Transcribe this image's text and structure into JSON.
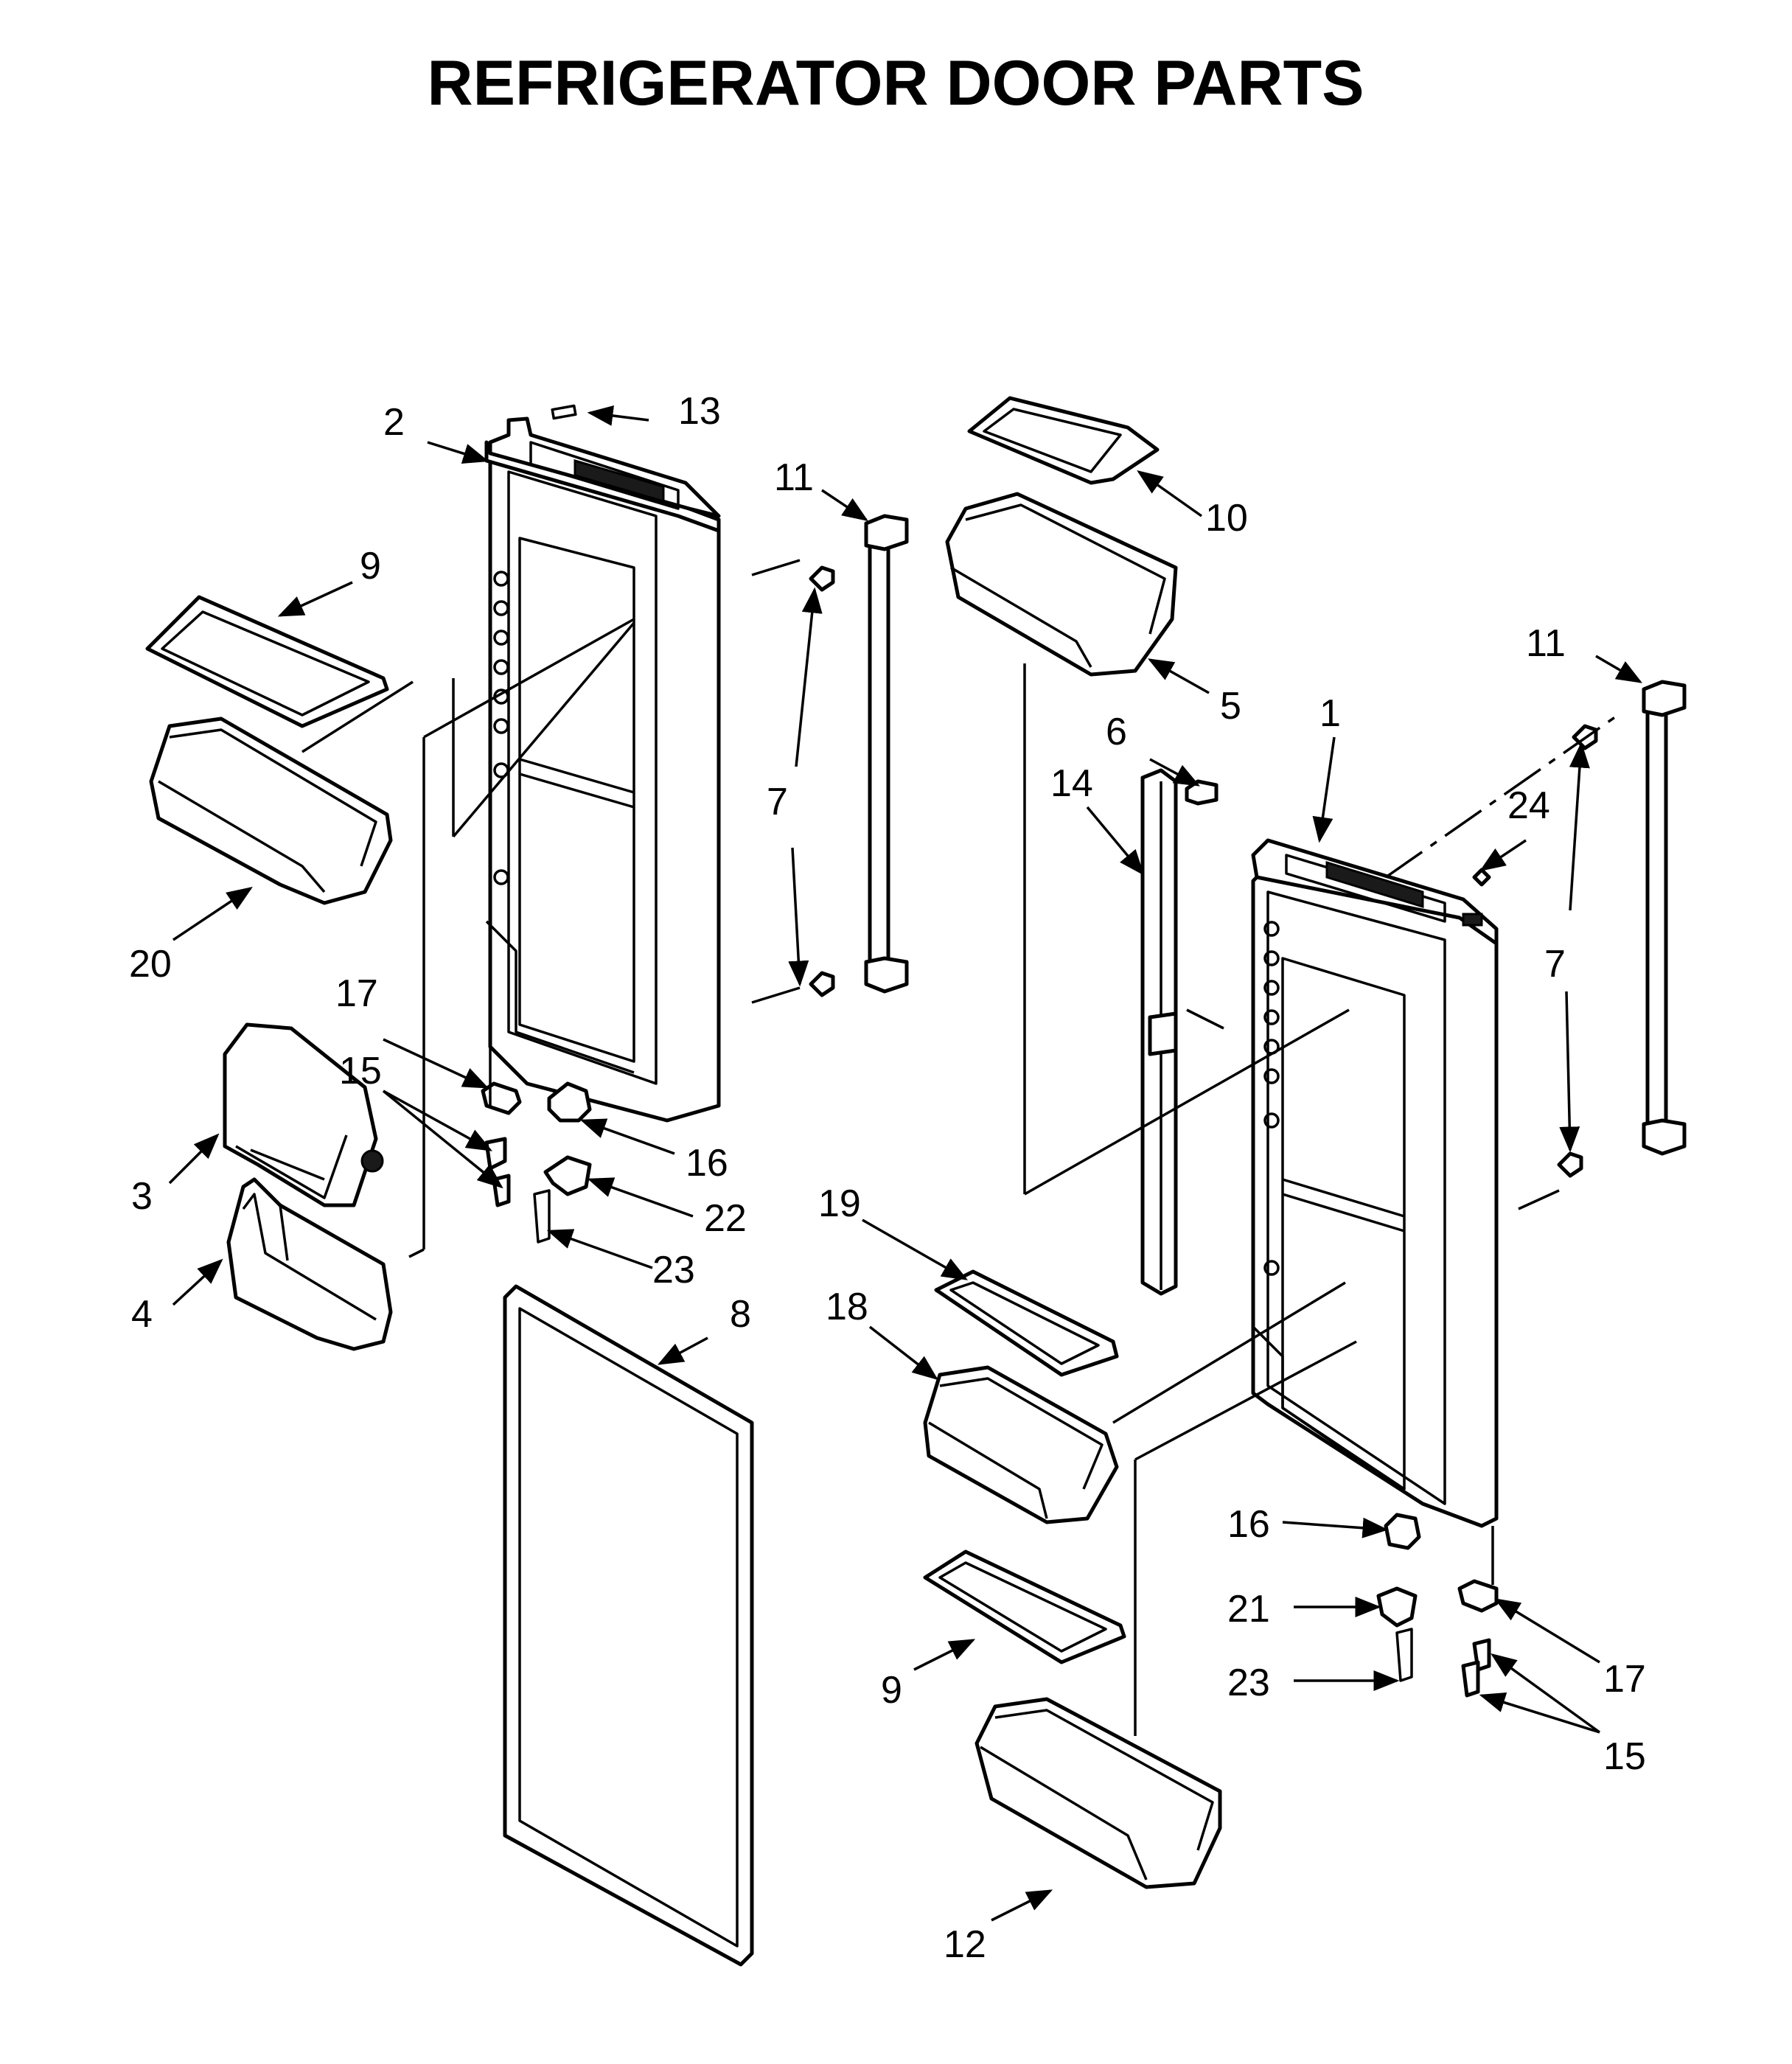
{
  "title": "REFRIGERATOR DOOR PARTS",
  "callouts": {
    "c1": "1",
    "c2": "2",
    "c3": "3",
    "c4": "4",
    "c5": "5",
    "c6": "6",
    "c7a": "7",
    "c7b": "7",
    "c8": "8",
    "c9a": "9",
    "c9b": "9",
    "c10": "10",
    "c11a": "11",
    "c11b": "11",
    "c12": "12",
    "c13": "13",
    "c14": "14",
    "c15a": "15",
    "c15b": "15",
    "c16a": "16",
    "c16b": "16",
    "c17a": "17",
    "c17b": "17",
    "c18": "18",
    "c19": "19",
    "c20": "20",
    "c21": "21",
    "c22": "22",
    "c23a": "23",
    "c23b": "23",
    "c24": "24"
  }
}
